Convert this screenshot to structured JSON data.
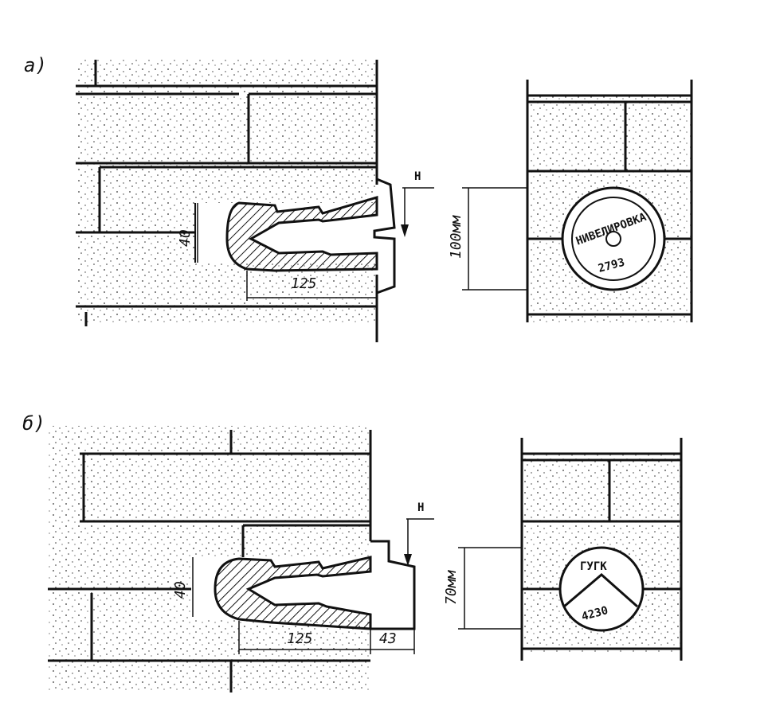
{
  "panel_a": {
    "label": "а)",
    "dim_height": "40",
    "dim_length": "125",
    "arrow_label": "Н",
    "dim_face": "100мм",
    "plate_top_text": "НИВЕЛИРОВКА",
    "plate_number": "2793"
  },
  "panel_b": {
    "label": "б)",
    "dim_height": "40",
    "dim_length": "125",
    "dim_offset": "43",
    "arrow_label": "Н",
    "dim_face": "70мм",
    "plate_top_text": "ГУГК",
    "plate_number": "4230"
  }
}
